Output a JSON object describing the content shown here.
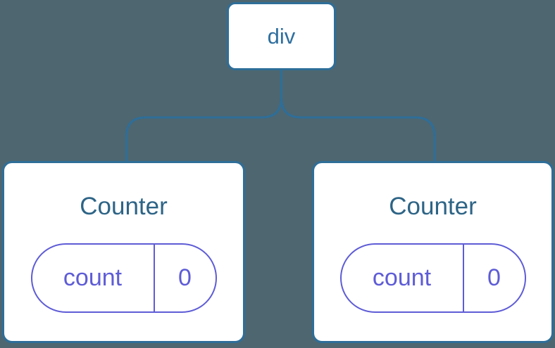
{
  "diagram": {
    "type": "component-tree",
    "colors": {
      "background": "#4D6670",
      "node_fill": "#FFFFFF",
      "node_border": "#2E6E99",
      "connector": "#2E6E99",
      "root_label": "#2F6F9F",
      "component_title": "#2D6486",
      "state_accent": "#5E5CD6"
    },
    "tree": {
      "root": {
        "label": "div"
      },
      "children": [
        {
          "title": "Counter",
          "state": {
            "key": "count",
            "value": "0"
          }
        },
        {
          "title": "Counter",
          "state": {
            "key": "count",
            "value": "0"
          }
        }
      ]
    }
  }
}
